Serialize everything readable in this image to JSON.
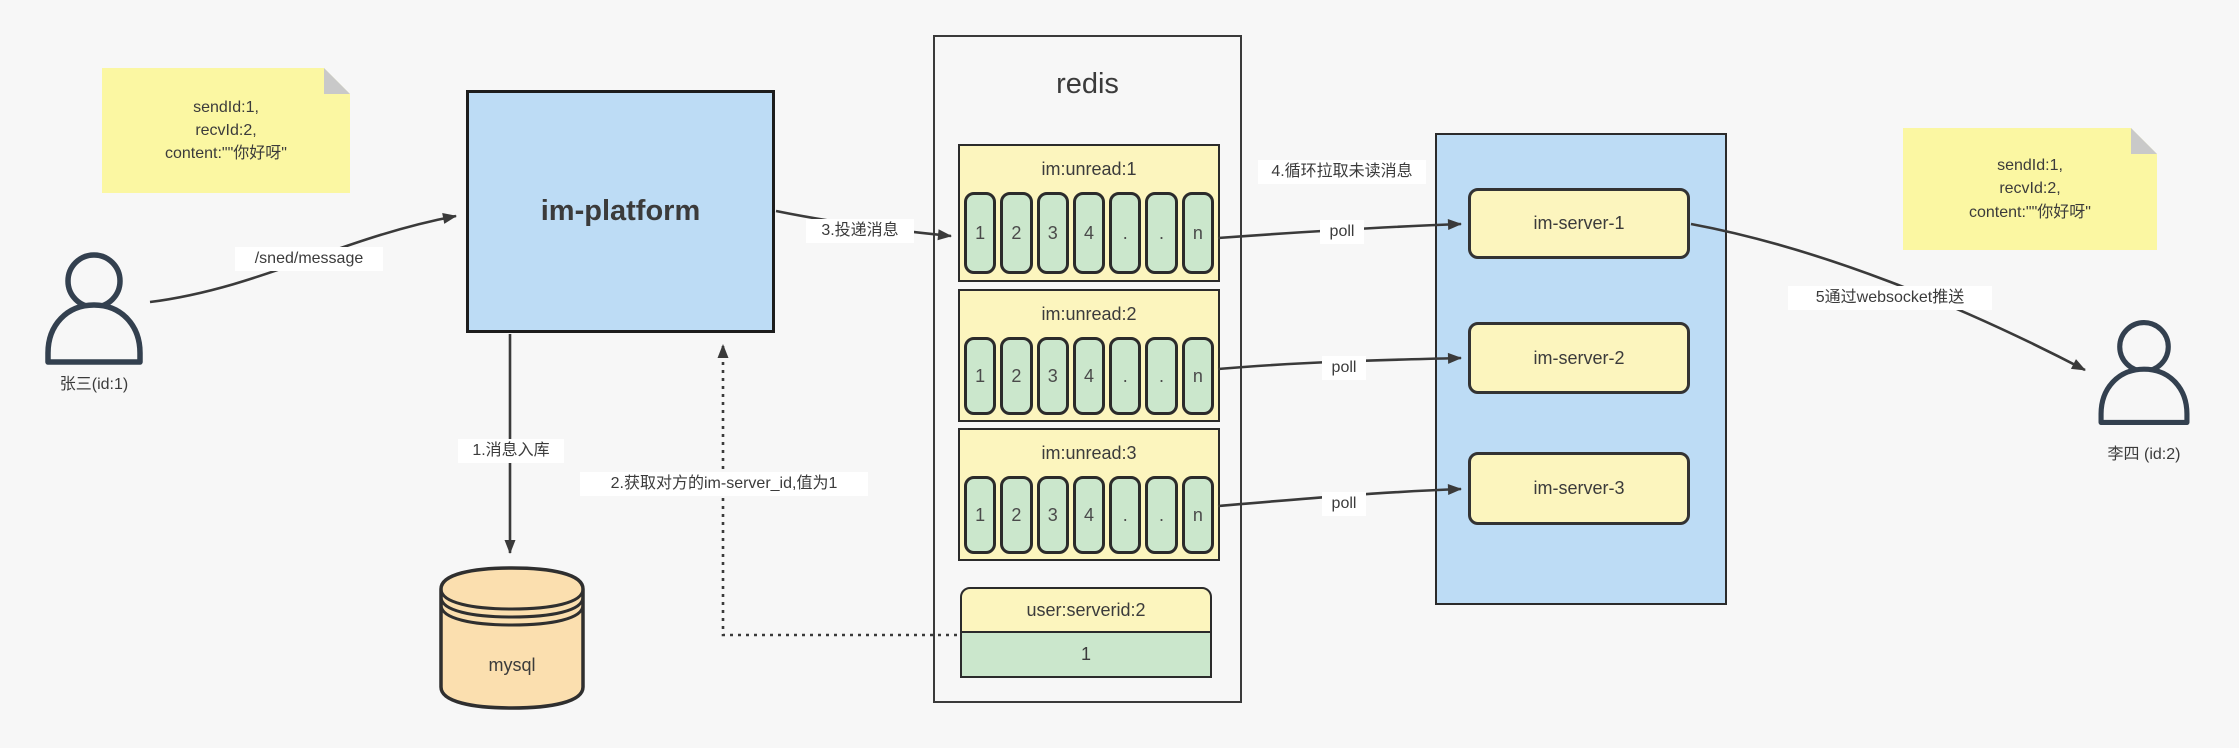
{
  "palette": {
    "background": "#f7f7f7",
    "note_yellow": "#fbf7a2",
    "note_fold_gray": "#c9c9c9",
    "box_blue": "#bddcf5",
    "box_yellow": "#fcf5be",
    "cell_green": "#cbe7cc",
    "db_orange": "#fbdfaf",
    "line_dark": "#3a3a3a"
  },
  "actors": {
    "left": {
      "label": "张三(id:1)"
    },
    "right": {
      "label": "李四 (id:2)"
    }
  },
  "notes": {
    "left": {
      "lines": [
        "sendId:1,",
        "recvId:2,",
        "content:\"\"你好呀\""
      ]
    },
    "right": {
      "lines": [
        "sendId:1,",
        "recvId:2,",
        "content:\"\"你好呀\""
      ]
    }
  },
  "platform": {
    "label": "im-platform"
  },
  "mysql": {
    "label": "mysql"
  },
  "redis": {
    "title": "redis",
    "queues": [
      {
        "header": "im:unread:1",
        "cells": [
          "1",
          "2",
          "3",
          "4",
          ".",
          ".",
          "n"
        ]
      },
      {
        "header": "im:unread:2",
        "cells": [
          "1",
          "2",
          "3",
          "4",
          ".",
          ".",
          "n"
        ]
      },
      {
        "header": "im:unread:3",
        "cells": [
          "1",
          "2",
          "3",
          "4",
          ".",
          ".",
          "n"
        ]
      }
    ],
    "kv": {
      "header": "user:serverid:2",
      "value": "1"
    }
  },
  "servers": {
    "items": [
      {
        "label": "im-server-1"
      },
      {
        "label": "im-server-2"
      },
      {
        "label": "im-server-3"
      }
    ]
  },
  "edges": {
    "send_label": "/sned/message",
    "step1_label": "1.消息入库",
    "step2_label": "2.获取对方的im-server_id,值为1",
    "step3_label": "3.投递消息",
    "step4_label": "4.循环拉取未读消息",
    "poll1_label": "poll",
    "poll2_label": "poll",
    "poll3_label": "poll",
    "step5_label": "5通过websocket推送"
  }
}
